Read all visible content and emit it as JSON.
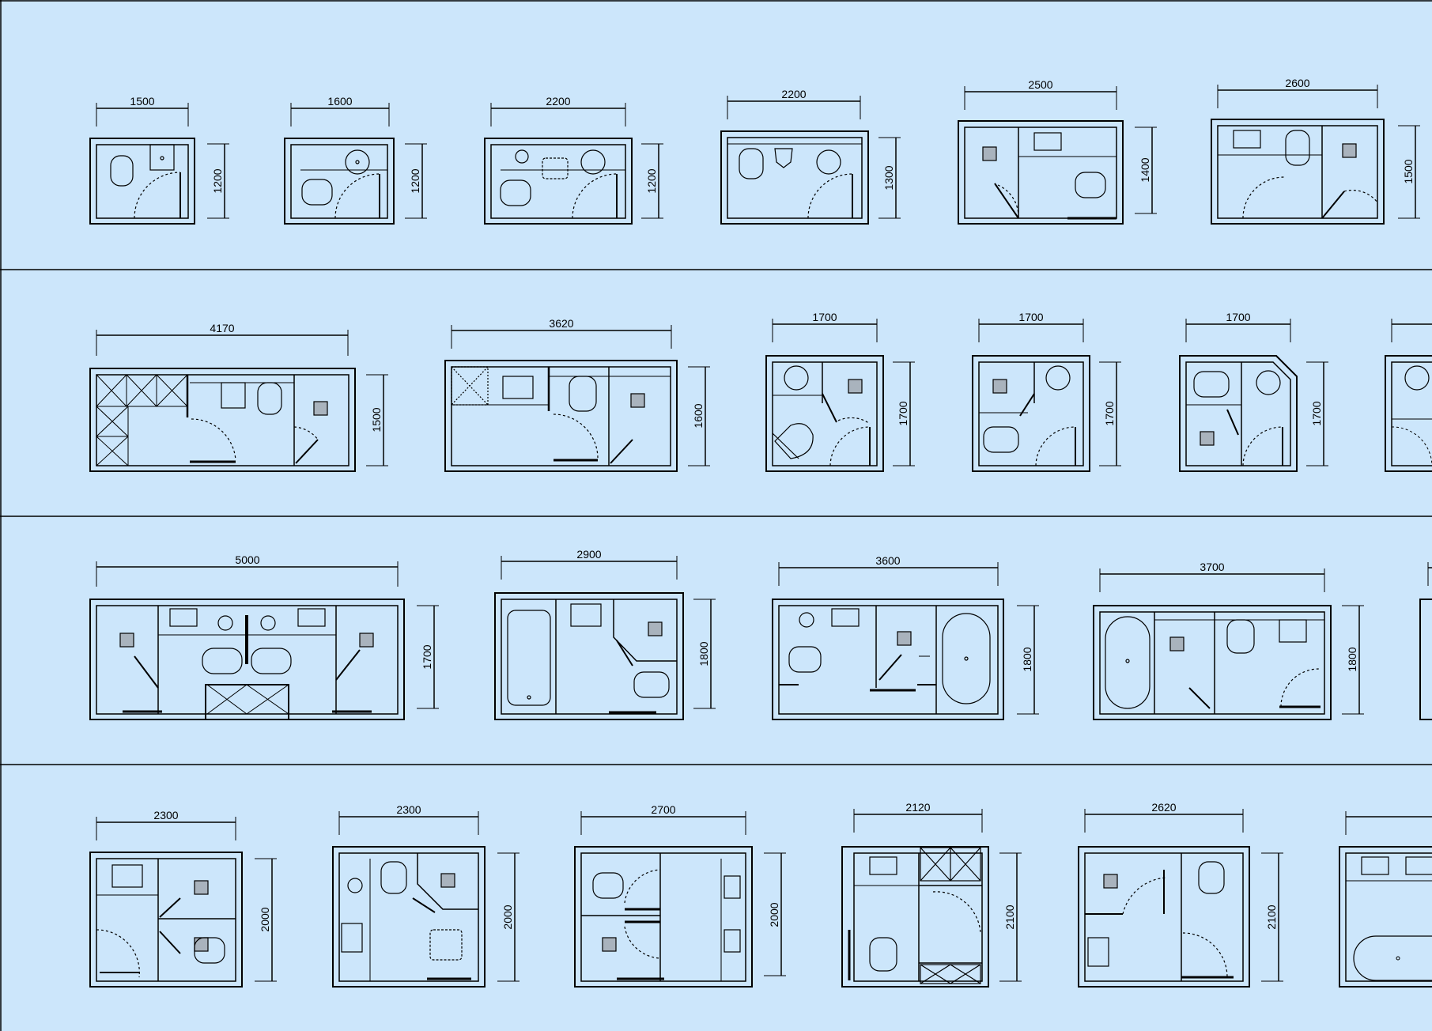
{
  "colors": {
    "background": "#cce6fb",
    "line": "#000000",
    "fixture_fill": "#a9b3bd"
  },
  "rows": [
    {
      "plans": [
        {
          "width_label": "1500",
          "height_label": "1200"
        },
        {
          "width_label": "1600",
          "height_label": "1200"
        },
        {
          "width_label": "2200",
          "height_label": "1200"
        },
        {
          "width_label": "2200",
          "height_label": "1300"
        },
        {
          "width_label": "2500",
          "height_label": "1400"
        },
        {
          "width_label": "2600",
          "height_label": "1500"
        }
      ]
    },
    {
      "plans": [
        {
          "width_label": "4170",
          "height_label": "1500"
        },
        {
          "width_label": "3620",
          "height_label": "1600"
        },
        {
          "width_label": "1700",
          "height_label": "1700"
        },
        {
          "width_label": "1700",
          "height_label": "1700"
        },
        {
          "width_label": "1700",
          "height_label": "1700"
        },
        {
          "width_label": "",
          "height_label": ""
        }
      ]
    },
    {
      "plans": [
        {
          "width_label": "5000",
          "height_label": "1700"
        },
        {
          "width_label": "2900",
          "height_label": "1800"
        },
        {
          "width_label": "3600",
          "height_label": "1800"
        },
        {
          "width_label": "3700",
          "height_label": "1800"
        },
        {
          "width_label": "",
          "height_label": ""
        }
      ]
    },
    {
      "plans": [
        {
          "width_label": "2300",
          "height_label": "2000"
        },
        {
          "width_label": "2300",
          "height_label": "2000"
        },
        {
          "width_label": "2700",
          "height_label": "2000"
        },
        {
          "width_label": "2120",
          "height_label": "2100"
        },
        {
          "width_label": "2620",
          "height_label": "2100"
        },
        {
          "width_label": "",
          "height_label": ""
        }
      ]
    }
  ]
}
